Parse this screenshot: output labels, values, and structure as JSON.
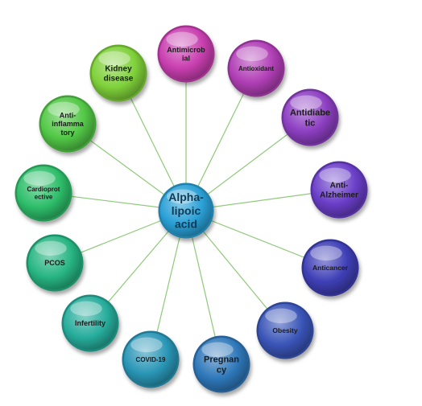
{
  "diagram": {
    "center": {
      "label_lines": [
        "Alpha-",
        "lipoic",
        "acid"
      ],
      "color": "#2aa0d6"
    },
    "nodes": [
      {
        "id": "antimicrobial",
        "label_lines": [
          "Antimicrob",
          "ial"
        ],
        "color": "#c93fb0"
      },
      {
        "id": "antioxidant",
        "label_lines": [
          "Antioxidant"
        ],
        "color": "#b13fb6"
      },
      {
        "id": "antidiabetic",
        "label_lines": [
          "Antidiabe",
          "tic"
        ],
        "color": "#8d3fc2"
      },
      {
        "id": "anti-alzheimer",
        "label_lines": [
          "Anti-",
          "Alzheimer"
        ],
        "color": "#6a3ec8"
      },
      {
        "id": "anticancer",
        "label_lines": [
          "Anticancer"
        ],
        "color": "#3f3fb6"
      },
      {
        "id": "obesity",
        "label_lines": [
          "Obesity"
        ],
        "color": "#3a55b8"
      },
      {
        "id": "pregnancy",
        "label_lines": [
          "Pregnan",
          "cy"
        ],
        "color": "#2f78ba"
      },
      {
        "id": "covid-19",
        "label_lines": [
          "COVID-19"
        ],
        "color": "#2a96b6"
      },
      {
        "id": "infertility",
        "label_lines": [
          "Infertility"
        ],
        "color": "#27ad9c"
      },
      {
        "id": "pcos",
        "label_lines": [
          "PCOS"
        ],
        "color": "#27b583"
      },
      {
        "id": "cardioprotective",
        "label_lines": [
          "Cardioprot",
          "ective"
        ],
        "color": "#2ebe6a"
      },
      {
        "id": "anti-inflammatory",
        "label_lines": [
          "Anti-",
          "inflamma",
          "tory"
        ],
        "color": "#52c846"
      },
      {
        "id": "kidney-disease",
        "label_lines": [
          "Kidney",
          "disease"
        ],
        "color": "#7fd13a"
      }
    ],
    "line_color": "#8fc97a"
  }
}
